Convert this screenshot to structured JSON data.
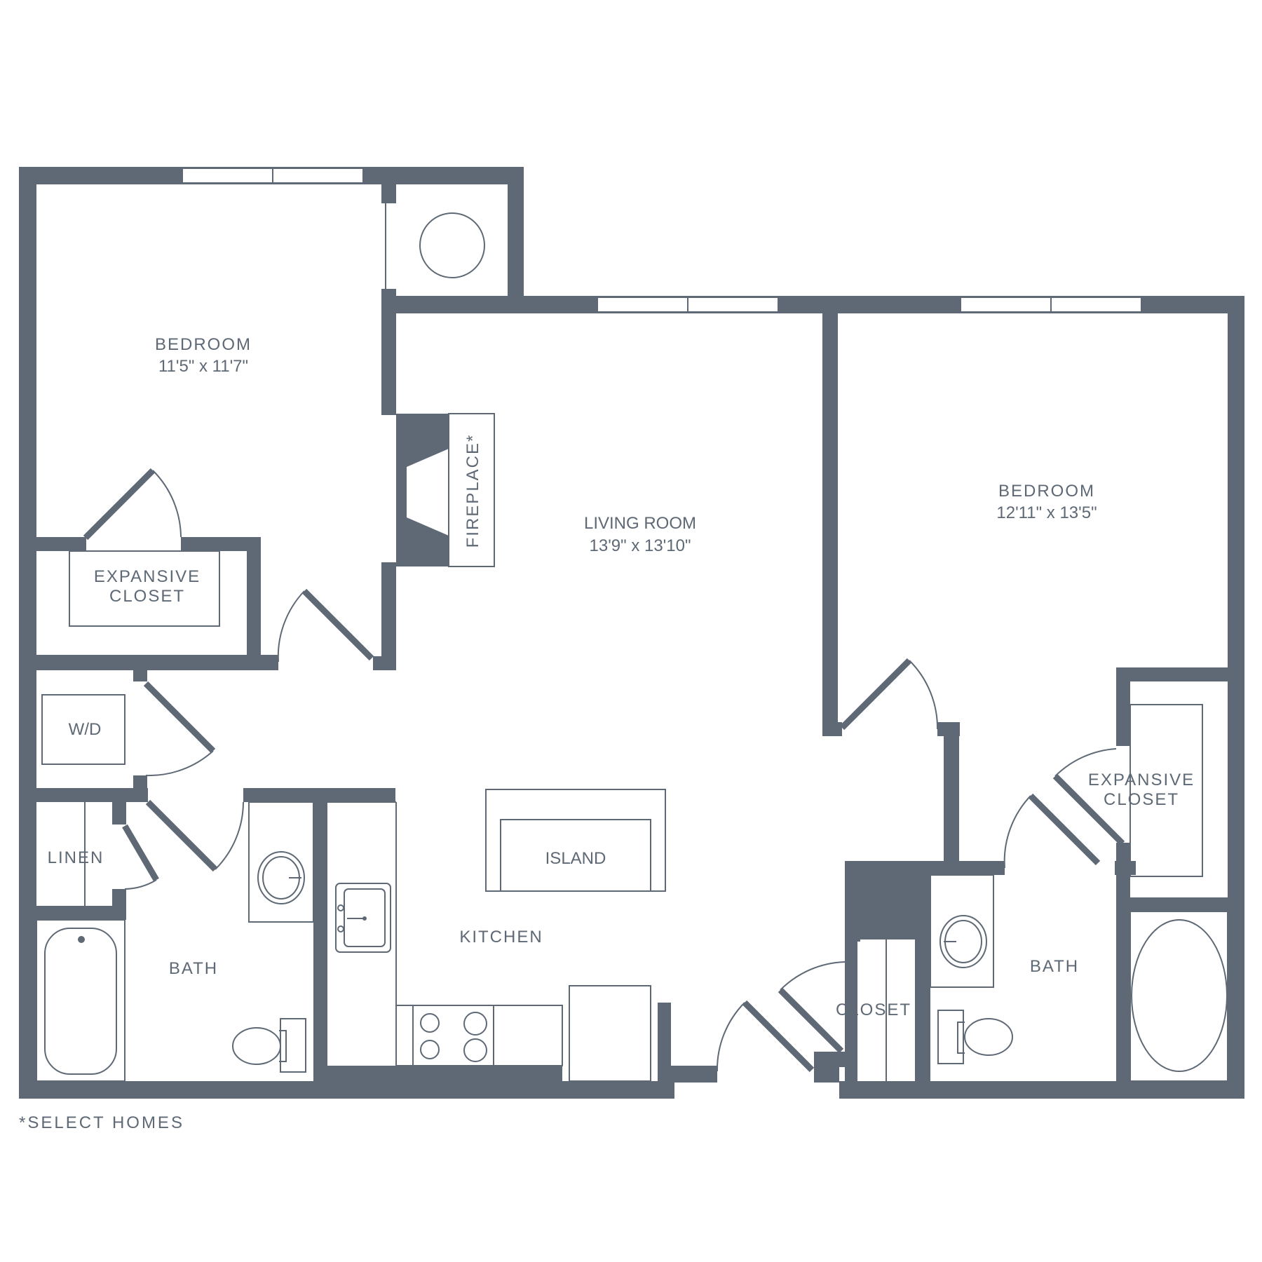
{
  "colors": {
    "wall": "#5e6975",
    "background": "#ffffff"
  },
  "rooms": {
    "bedroom_1": {
      "name": "BEDROOM",
      "size": "11'5\" x 11'7\""
    },
    "closet_1": {
      "line1": "EXPANSIVE",
      "line2": "CLOSET"
    },
    "living_room": {
      "name": "LIVING ROOM",
      "size": "13'9\" x 13'10\""
    },
    "fireplace": {
      "name": "FIREPLACE*"
    },
    "bedroom_2": {
      "name": "BEDROOM",
      "size": "12'11\" x 13'5\""
    },
    "closet_2": {
      "line1": "EXPANSIVE",
      "line2": "CLOSET"
    },
    "washer_dryer": {
      "name": "W/D"
    },
    "linen": {
      "name": "LINEN"
    },
    "bath_1": {
      "name": "BATH"
    },
    "island": {
      "name": "ISLAND"
    },
    "kitchen": {
      "name": "KITCHEN"
    },
    "entry_closet": {
      "name": "CLOSET"
    },
    "bath_2": {
      "name": "BATH"
    }
  },
  "footnote": "*SELECT HOMES"
}
